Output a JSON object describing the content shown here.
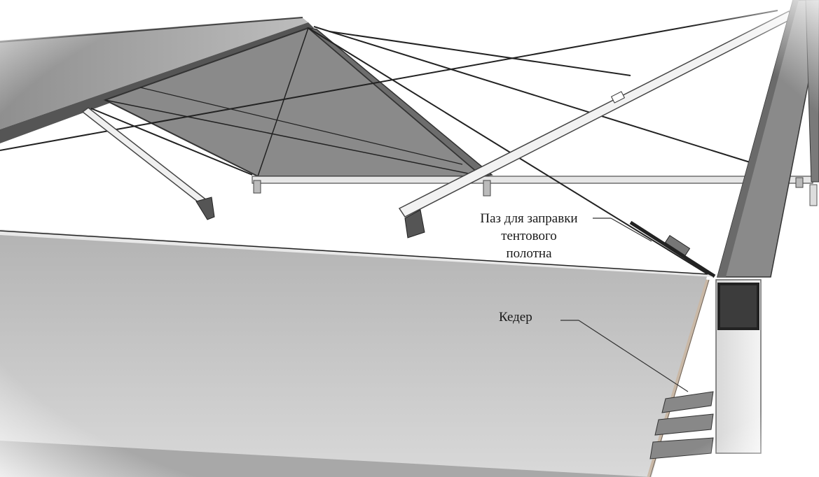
{
  "labels": {
    "groove_line1": "Паз для заправки",
    "groove_line2": "тентового",
    "groove_line3": "полотна",
    "keder": "Кедер"
  }
}
